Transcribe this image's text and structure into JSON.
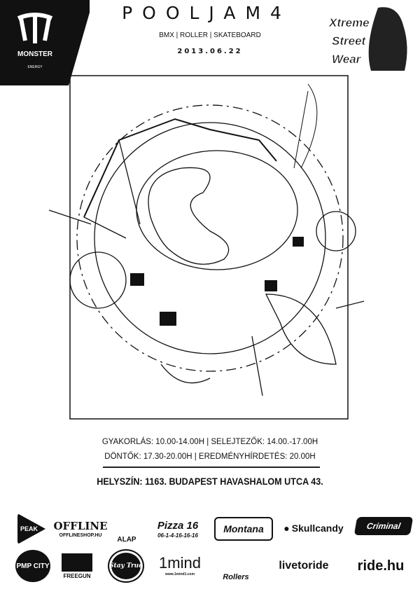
{
  "header": {
    "title": "POOLJAM4",
    "subtitle": "BMX | ROLLER | SKATEBOARD",
    "date": "2013.06.22",
    "left_logo": "MONSTER ENERGY",
    "right_logo": "Xtreme Street Wear"
  },
  "schedule": {
    "line1": "GYAKORLÁS: 10.00-14.00H | SELEJTEZŐK: 14.00.-17.00H",
    "line2": "DÖNTŐK: 17.30-20.00H | EREDMÉNYHÍRDETÉS: 20.00H"
  },
  "venue": "HELYSZÍN: 1163. BUDAPEST HAVASHALOM UTCA 43.",
  "sponsors": {
    "row1": [
      "PEAK",
      "OFFLINE",
      "ALAP",
      "Pizza 16",
      "Montana",
      "Skullcandy",
      "Criminal"
    ],
    "row2": [
      "PMP CITY",
      "FREEGUN",
      "Stay True",
      "1mind",
      "Rollers",
      "livetoride",
      "ride.hu"
    ],
    "offline_sub": "OFFLINESHOP.HU",
    "pizza_sub": "06-1-4-16-16-16",
    "mind_sub": "www.1mind1.com"
  }
}
